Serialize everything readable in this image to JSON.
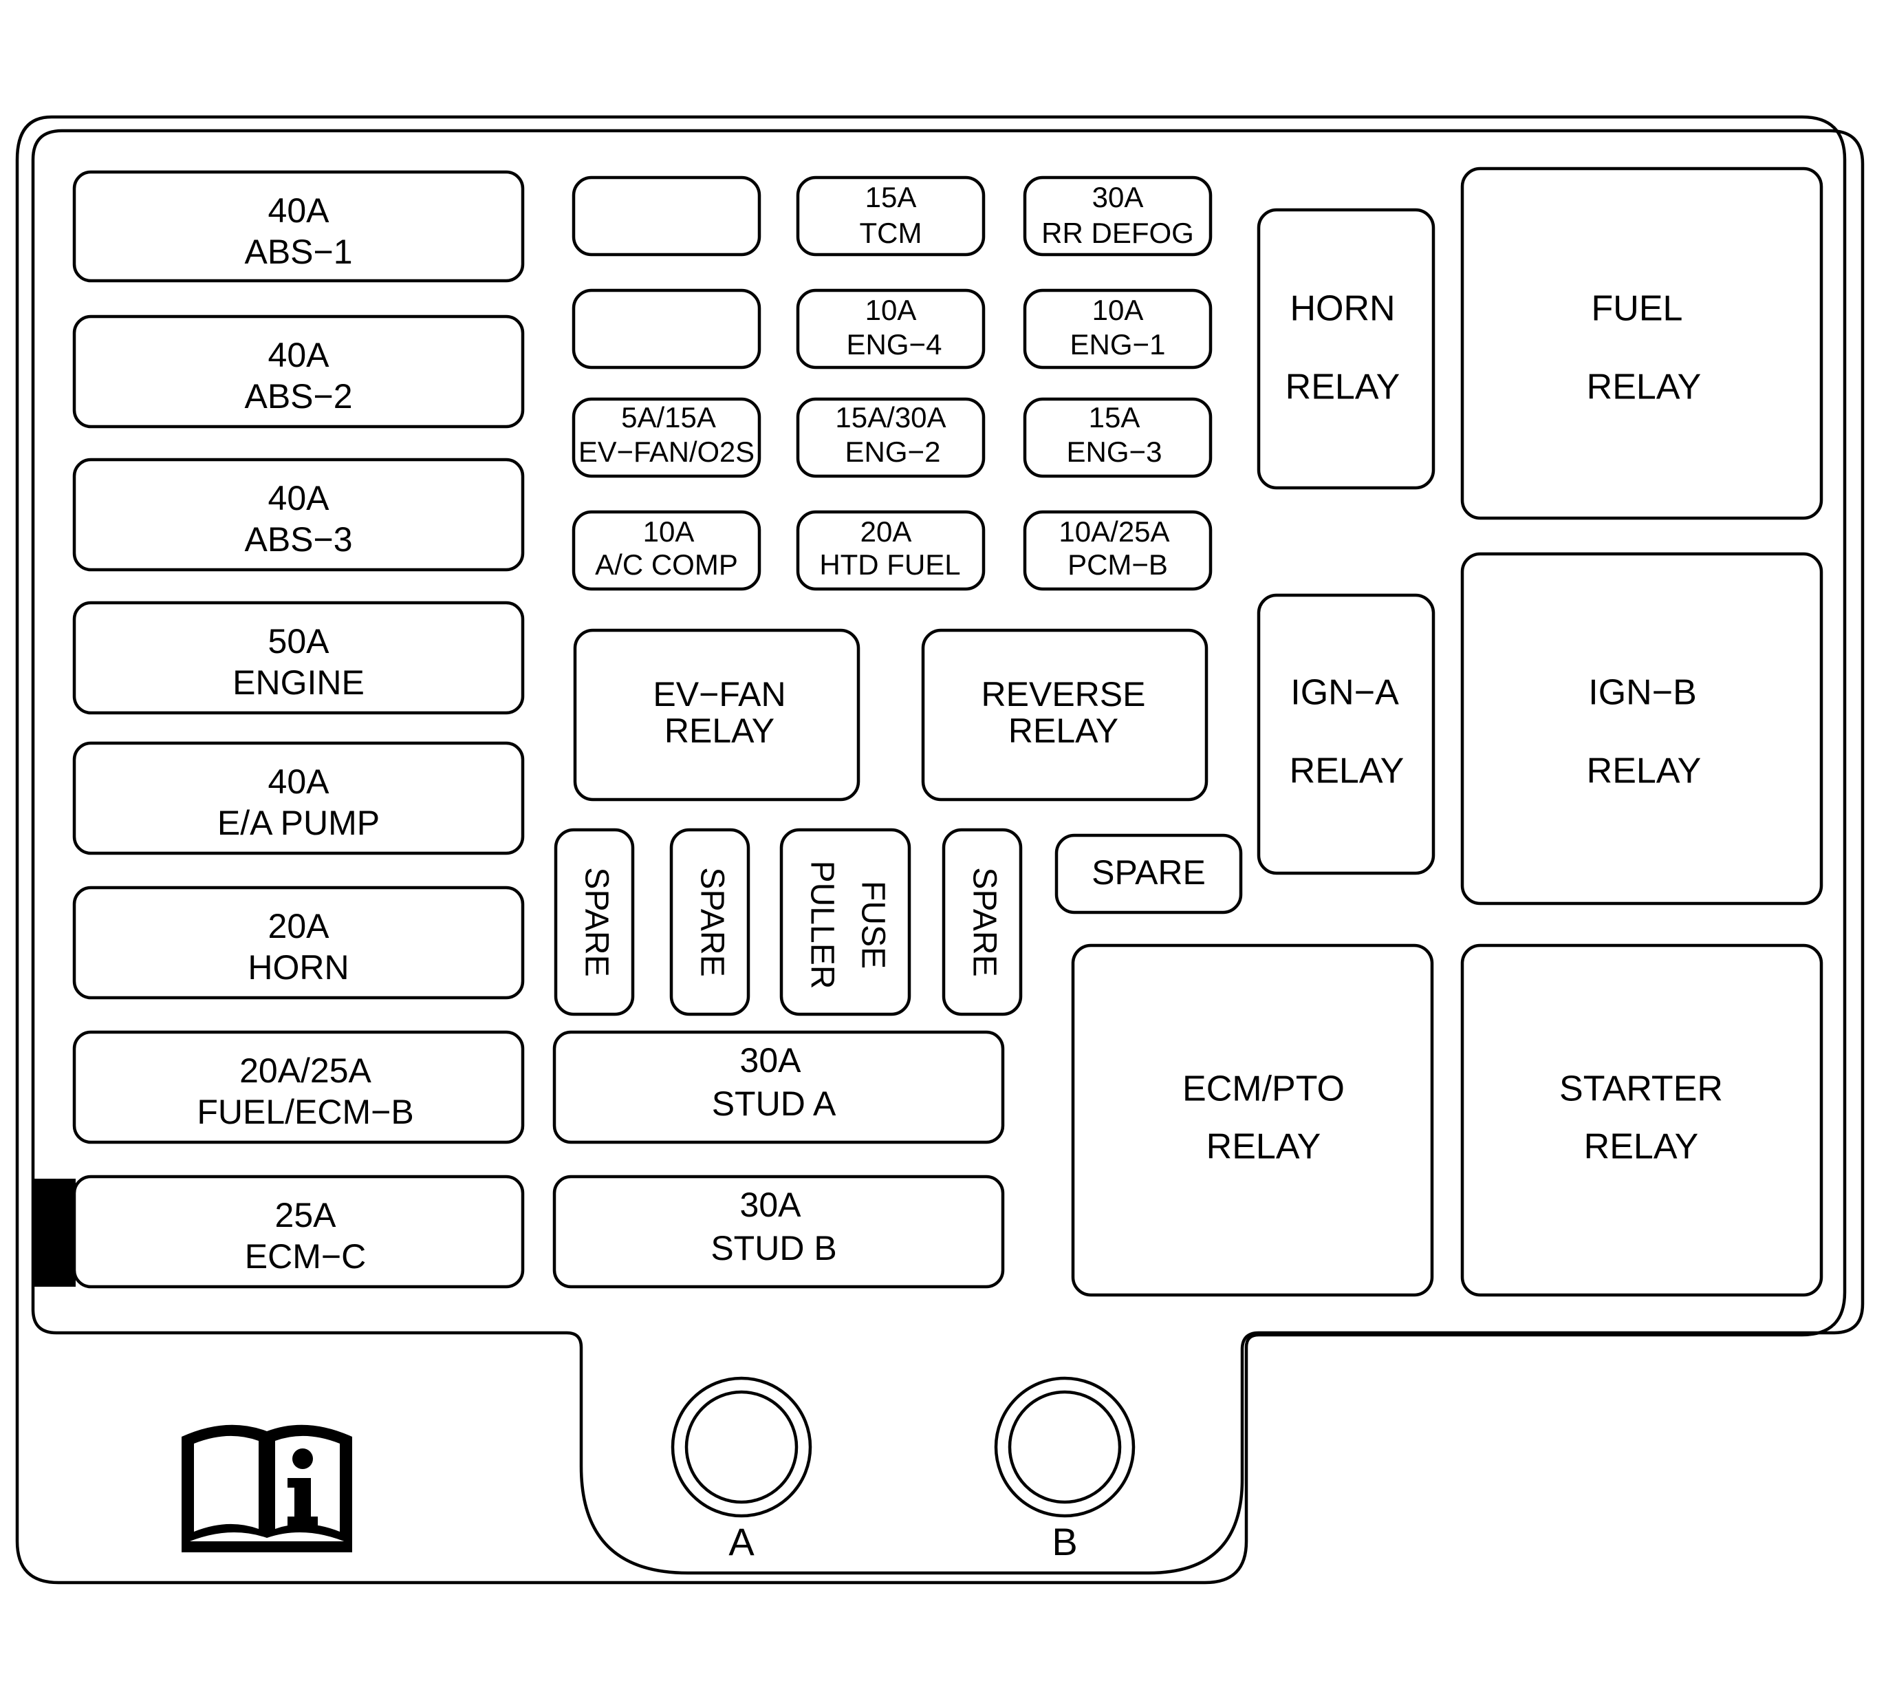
{
  "colors": {
    "line": "#000000",
    "background": "#ffffff"
  },
  "icons": {
    "manual": "owner-manual-info-icon"
  },
  "large_fuses": [
    {
      "id": "abs-1",
      "amp": "40A",
      "name": "ABS−1"
    },
    {
      "id": "abs-2",
      "amp": "40A",
      "name": "ABS−2"
    },
    {
      "id": "abs-3",
      "amp": "40A",
      "name": "ABS−3"
    },
    {
      "id": "engine",
      "amp": "50A",
      "name": "ENGINE"
    },
    {
      "id": "ea-pump",
      "amp": "40A",
      "name": "E/A PUMP"
    },
    {
      "id": "horn",
      "amp": "20A",
      "name": "HORN"
    },
    {
      "id": "fuel-ecm-b",
      "amp": "20A/25A",
      "name": "FUEL/ECM−B"
    },
    {
      "id": "ecm-c",
      "amp": "25A",
      "name": "ECM−C"
    }
  ],
  "mini_fuses": [
    {
      "id": "empty-1",
      "amp": "",
      "name": ""
    },
    {
      "id": "tcm",
      "amp": "15A",
      "name": "TCM"
    },
    {
      "id": "rr-defog",
      "amp": "30A",
      "name": "RR DEFOG"
    },
    {
      "id": "empty-2",
      "amp": "",
      "name": ""
    },
    {
      "id": "eng-4",
      "amp": "10A",
      "name": "ENG−4"
    },
    {
      "id": "eng-1",
      "amp": "10A",
      "name": "ENG−1"
    },
    {
      "id": "ev-fan-o2s",
      "amp": "5A/15A",
      "name": "EV−FAN/O2S"
    },
    {
      "id": "eng-2",
      "amp": "15A/30A",
      "name": "ENG−2"
    },
    {
      "id": "eng-3",
      "amp": "15A",
      "name": "ENG−3"
    },
    {
      "id": "ac-comp",
      "amp": "10A",
      "name": "A/C COMP"
    },
    {
      "id": "htd-fuel",
      "amp": "20A",
      "name": "HTD FUEL"
    },
    {
      "id": "pcm-b",
      "amp": "10A/25A",
      "name": "PCM−B"
    }
  ],
  "relays": {
    "ev_fan": [
      "EV−FAN",
      "RELAY"
    ],
    "reverse": [
      "REVERSE",
      "RELAY"
    ],
    "horn": [
      "HORN",
      "RELAY"
    ],
    "fuel": [
      "FUEL",
      "RELAY"
    ],
    "ign_a": [
      "IGN−A",
      "RELAY"
    ],
    "ign_b": [
      "IGN−B",
      "RELAY"
    ],
    "ecm_pto": [
      "ECM/PTO",
      "RELAY"
    ],
    "starter": [
      "STARTER",
      "RELAY"
    ]
  },
  "vertical_slots": {
    "spare_1": "SPARE",
    "spare_2": "SPARE",
    "fuse_puller": [
      "FUSE",
      "PULLER"
    ],
    "spare_3": "SPARE"
  },
  "spare_horizontal": "SPARE",
  "studs": [
    {
      "id": "stud-a",
      "amp": "30A",
      "name": "STUD A"
    },
    {
      "id": "stud-b",
      "amp": "30A",
      "name": "STUD B"
    }
  ],
  "terminals": {
    "a": "A",
    "b": "B"
  }
}
